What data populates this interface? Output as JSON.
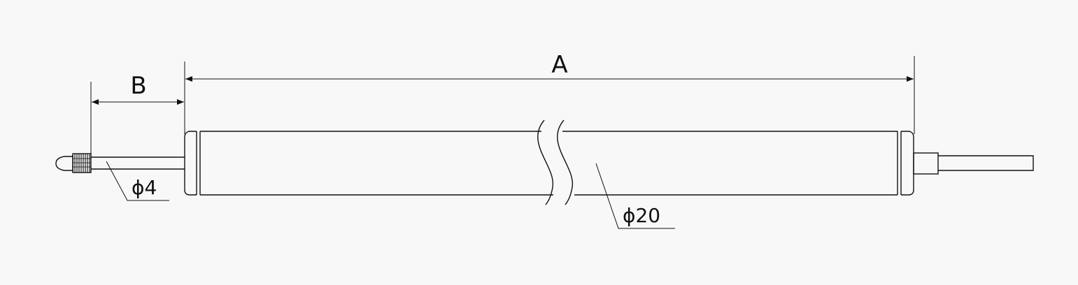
{
  "dimensions": {
    "overall_length_label": "A",
    "probe_stroke_label": "B",
    "probe_diameter_label": "ϕ4",
    "body_diameter_label": "ϕ20"
  },
  "colors": {
    "background": "#f8f8f8",
    "line": "#111111"
  }
}
